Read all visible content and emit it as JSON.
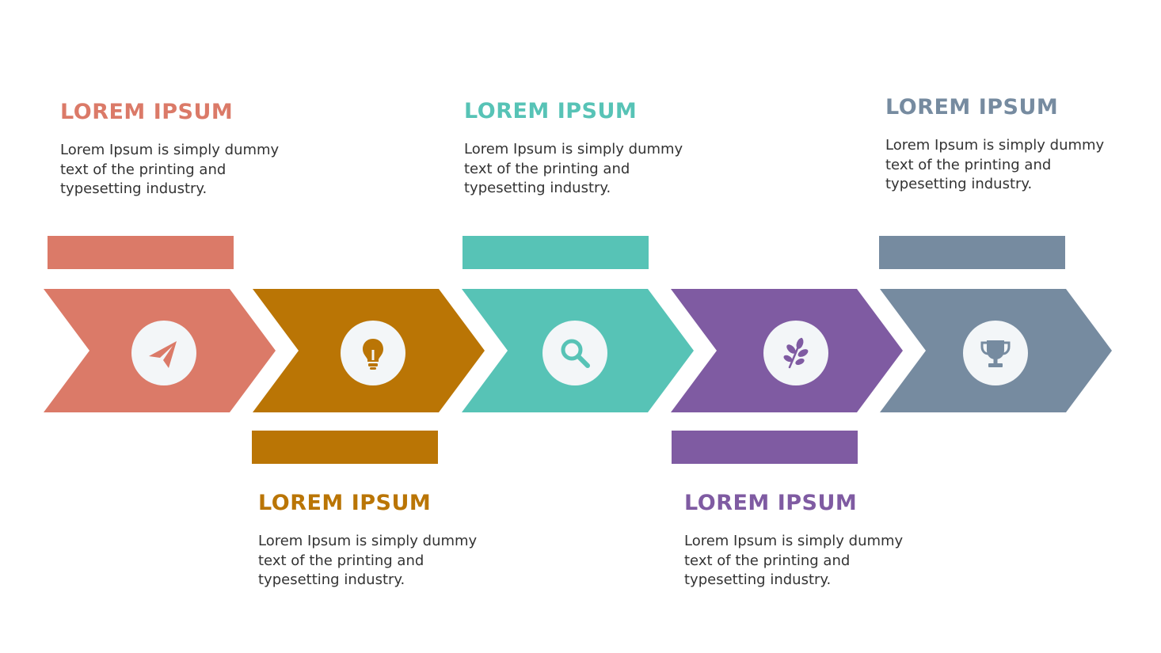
{
  "steps": [
    {
      "title": "LOREM IPSUM",
      "text": "Lorem Ipsum is simply dummy text of the printing and typesetting industry.",
      "color": "#DB7A68",
      "icon": "paper-plane-icon"
    },
    {
      "title": "LOREM IPSUM",
      "text": "Lorem Ipsum is simply dummy text of the printing and typesetting industry.",
      "color": "#BA7505",
      "icon": "lightbulb-icon"
    },
    {
      "title": "LOREM IPSUM",
      "text": "Lorem Ipsum is simply dummy text of the printing and typesetting industry.",
      "color": "#57C3B6",
      "icon": "search-icon"
    },
    {
      "title": "LOREM IPSUM",
      "text": "Lorem Ipsum is simply dummy text of the printing and typesetting industry.",
      "color": "#7F5BA2",
      "icon": "leaf-sprout-icon"
    },
    {
      "title": "LOREM IPSUM",
      "text": "Lorem Ipsum is simply dummy text of the printing and typesetting industry.",
      "color": "#768BA0",
      "icon": "trophy-icon"
    }
  ],
  "icon_circle_color": "#F3F6F8"
}
